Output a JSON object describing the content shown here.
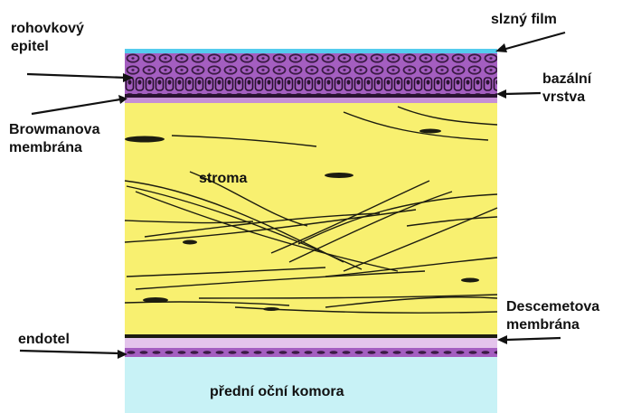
{
  "labels": {
    "rohovkovy_epitel": [
      "rohovkový",
      "epitel"
    ],
    "slzny_film": "slzný film",
    "bazalni_vrstva": [
      "bazální",
      "vrstva"
    ],
    "browmanova_membrana": [
      "Browmanova",
      "membrána"
    ],
    "stroma": "stroma",
    "descemetova_membrana": [
      "Descemetova",
      "membrána"
    ],
    "endotel": "endotel",
    "predni_ocni_komora": "přední oční komora"
  },
  "colors": {
    "tear_film": "#55ccee",
    "epithelium": "#a45ec0",
    "epithelium_dark": "#3a1a44",
    "stroma": "#f8f070",
    "fiber": "#1c1c10",
    "descemet": "#e4c4ec",
    "endothelium": "#a45ec0",
    "anterior_chamber": "#c8f2f6",
    "arrow": "#111111"
  }
}
